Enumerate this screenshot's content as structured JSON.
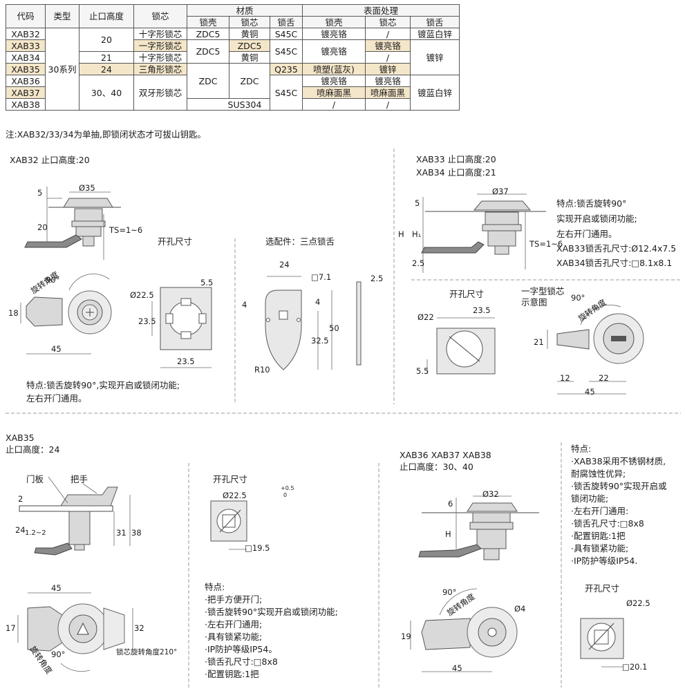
{
  "table": {
    "headers": {
      "code": "代码",
      "type": "类型",
      "stop_height": "止口高度",
      "core": "锁芯",
      "material": "材质",
      "surface": "表面处理",
      "shell": "锁壳",
      "core_sub": "锁芯",
      "tongue": "锁舌"
    },
    "rows": {
      "r1": {
        "code": "XAB32",
        "height": "20",
        "core": "十字形锁芯",
        "m_shell": "ZDC5",
        "m_core": "黄铜",
        "m_tongue": "S45C",
        "s_shell": "镀亮铬",
        "s_core": "/",
        "s_tongue": "镀蓝白锌"
      },
      "r2": {
        "code": "XAB33",
        "core": "一字形锁芯",
        "m_shell": "ZDC5",
        "m_core": "ZDC5",
        "m_tongue": "S45C",
        "s_shell": "镀亮铬",
        "s_core": "镀亮铬",
        "s_tongue": "镀锌"
      },
      "r3": {
        "code": "XAB34",
        "height": "21",
        "core": "十字形锁芯",
        "m_core": "黄铜",
        "s_core": "/"
      },
      "r4": {
        "code": "XAB35",
        "height": "24",
        "core": "三角形锁芯",
        "m_tongue": "Q235",
        "s_shell": "喷塑(蓝灰)",
        "s_core": "镀锌"
      },
      "r5": {
        "code": "XAB36",
        "core": "双牙形锁芯",
        "m_shell": "ZDC",
        "m_core": "ZDC",
        "s_shell": "镀亮铬",
        "s_core": "镀亮铬",
        "s_tongue": "镀蓝白锌"
      },
      "r6": {
        "code": "XAB37",
        "height": "30、40",
        "m_tongue": "S45C",
        "s_shell": "喷麻面黑",
        "s_core": "喷麻面黑"
      },
      "r7": {
        "code": "XAB38",
        "material": "SUS304",
        "s_shell": "/",
        "s_core": "/"
      }
    },
    "series": "30系列"
  },
  "note": "注:XAB32/33/34为单抽,即锁闭状态才可拔山钥匙。",
  "xab32": {
    "title": "XAB32  止口高度:20",
    "hole_title": "开孔尺寸",
    "option_title": "选配件：三点锁舌",
    "features_1": "特点:锁舌旋转90°,实现开启或锁闭功能;",
    "features_2": "左右开门通用。",
    "dims": {
      "d35": "Ø35",
      "d5": "5",
      "d20": "20",
      "ts": "TS=1~6",
      "d18": "18",
      "d45": "45",
      "rot": "旋转角度",
      "deg": "90°",
      "d225": "Ø22.5",
      "d55": "5.5",
      "d235v": "23.5",
      "d235h": "23.5",
      "o24": "24",
      "o71": "□7.1",
      "o4a": "4",
      "o4b": "4",
      "o325": "32.5",
      "o50": "50",
      "or10": "R10",
      "o25": "2.5"
    }
  },
  "xab3334": {
    "title1": "XAB33  止口高度:20",
    "title2": "XAB34  止口高度:21",
    "features": [
      "特点:锁舌旋转90°",
      "实现开启或锁闭功能;",
      "左右开门通用。",
      "XAB33锁舌孔尺寸:Ø12.4x7.5",
      "XAB34锁舌孔尺寸:□8.1x8.1"
    ],
    "hole_title": "开孔尺寸",
    "core_title_1": "一字型锁芯",
    "core_title_2": "示意图",
    "dims": {
      "d37": "Ø37",
      "d5": "5",
      "h": "H",
      "h1": "H₁",
      "ts": "TS=1~6",
      "d25": "2.5",
      "d22": "Ø22",
      "d235": "23.5",
      "d55": "5.5",
      "deg": "90°",
      "rot": "旋转角度",
      "d21": "21",
      "d12": "12",
      "d22b": "22",
      "d45": "45"
    }
  },
  "xab35": {
    "title1": "XAB35",
    "title2": "止口高度：24",
    "door": "门板",
    "handle": "把手",
    "hole_title": "开孔尺寸",
    "features_title": "特点:",
    "features": [
      "·把手方便开门;",
      "·锁舌旋转90°实现开启或锁闭功能;",
      "·左右开门通用;",
      "·具有锁紧功能;",
      "·IP防护等级IP54。",
      "·锁舌孔尺寸:□8x8",
      "·配置钥匙:1把"
    ],
    "dims": {
      "d2": "2",
      "d24": "24",
      "d12": "1.2~2",
      "d31": "31",
      "d38": "38",
      "d45": "45",
      "d17": "17",
      "d32": "32",
      "rot": "旋转角度",
      "deg": "90°",
      "core_rot": "锁芯旋转角度210°",
      "d225": "Ø22.5",
      "tol": "+0.5",
      "tol0": "0",
      "d195": "□19.5"
    }
  },
  "xab3638": {
    "title1": "XAB36  XAB37  XAB38",
    "title2": "止口高度：30、40",
    "features_title": "特点:",
    "features": [
      "·XAB38采用不锈钢材质,",
      "耐腐蚀性优异;",
      "·锁舌旋转90°实现开启或",
      "锁闭功能;",
      "·左右开门通用:",
      "·锁舌孔尺寸:□8x8",
      "·配置钥匙:1把",
      "·具有锁紧功能;",
      "·IP防护等级IP54."
    ],
    "hole_title": "开孔尺寸",
    "dims": {
      "d32": "Ø32",
      "d6": "6",
      "h": "H",
      "deg": "90°",
      "rot": "旋转角度",
      "d4": "Ø4",
      "d19": "19",
      "d45": "45",
      "d225": "Ø22.5",
      "d201": "□20.1"
    }
  }
}
